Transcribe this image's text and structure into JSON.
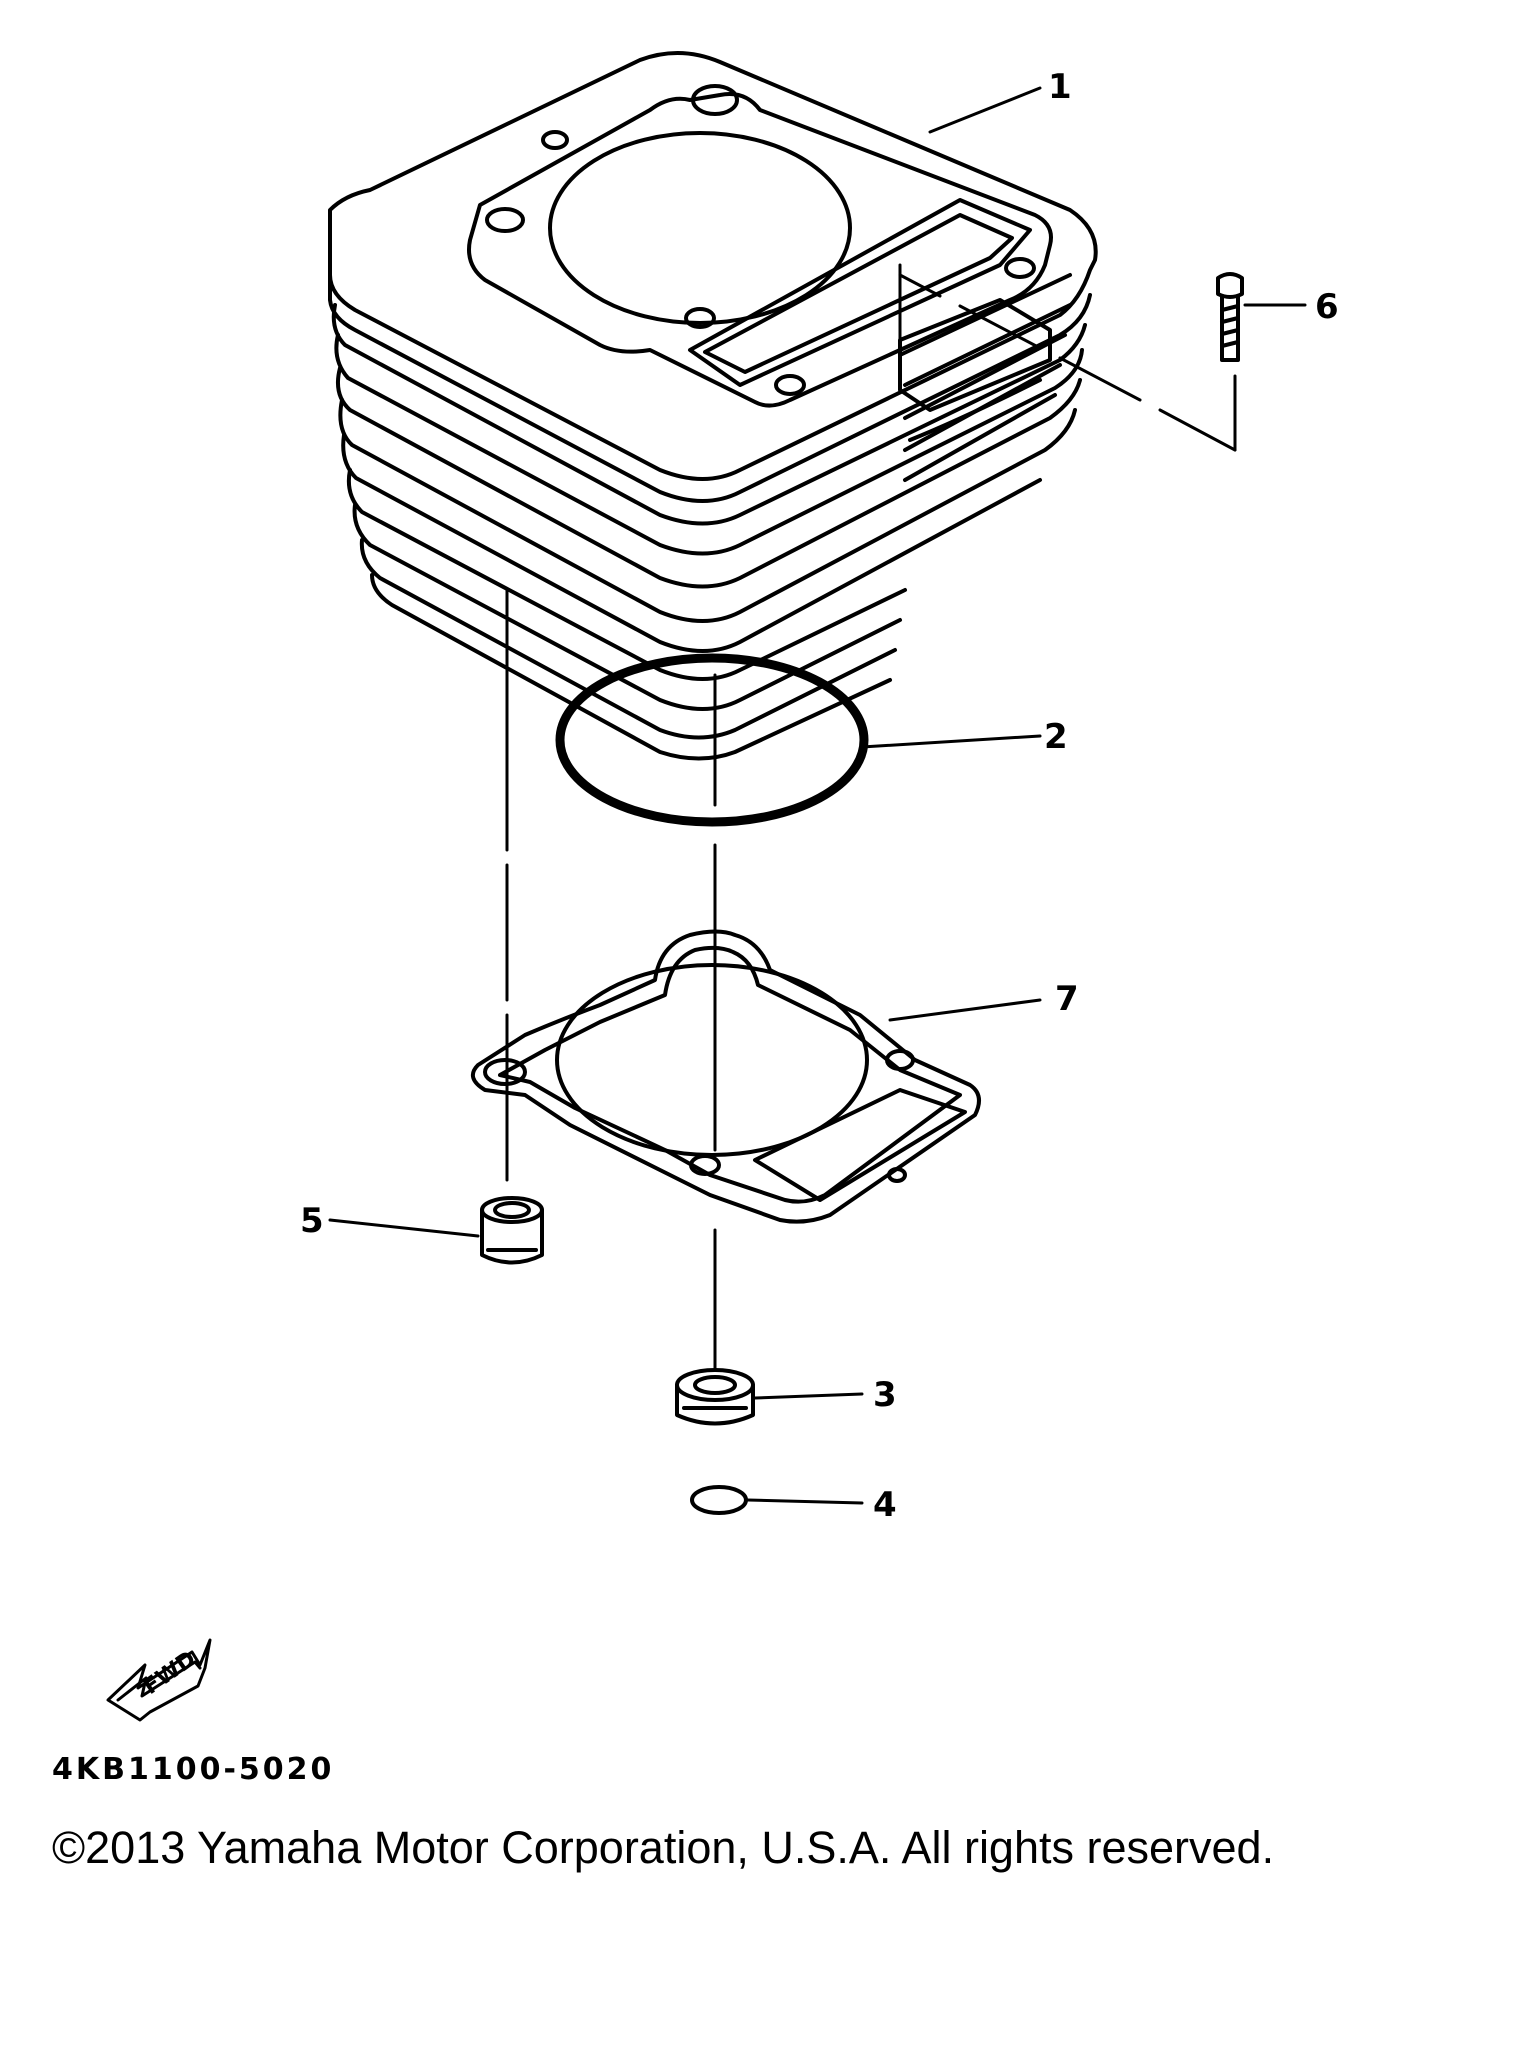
{
  "callouts": {
    "c1": "1",
    "c2": "2",
    "c3": "3",
    "c4": "4",
    "c5": "5",
    "c6": "6",
    "c7": "7"
  },
  "fwd_label": "FWD",
  "part_code": "4KB1100-5020",
  "copyright": "©2013 Yamaha Motor Corporation, U.S.A. All rights reserved."
}
